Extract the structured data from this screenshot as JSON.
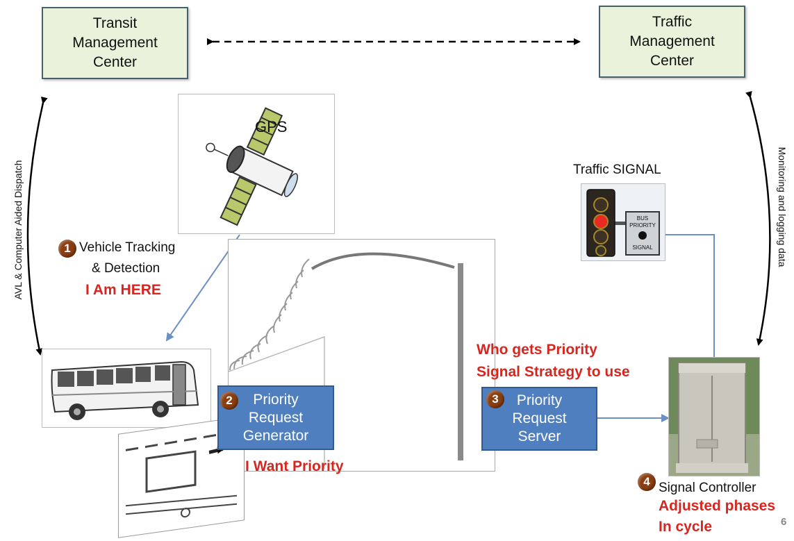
{
  "transit_center": {
    "label": "Transit\nManagement\nCenter"
  },
  "traffic_center": {
    "label": "Traffic\nManagement\nCenter"
  },
  "gps": {
    "label": "GPS"
  },
  "traffic_signal": {
    "label": "Traffic  SIGNAL",
    "sign_text": "BUS\nPRIORITY\nSIGNAL"
  },
  "left_side_label": "AVL & Computer Aided Dispatch",
  "right_side_label": "Monitoring and logging data",
  "step1": {
    "num": "1",
    "line1": "Vehicle Tracking",
    "line2": "& Detection",
    "callout": "I Am HERE"
  },
  "step2": {
    "num": "2",
    "box": "Priority\nRequest\nGenerator",
    "callout": "I Want Priority"
  },
  "step3": {
    "num": "3",
    "box": "Priority\nRequest\nServer",
    "callout1": "Who gets Priority",
    "callout2": "Signal Strategy to use"
  },
  "step4": {
    "num": "4",
    "label": "Signal Controller",
    "callout1": "Adjusted phases",
    "callout2": "In cycle"
  },
  "page_number": "6",
  "colors": {
    "box_fill": "#eaf2dc",
    "blue_box": "#4f7fbf",
    "callout_red": "#d7261f",
    "badge_brown": "#8a3e12",
    "connector_blue": "#6a8fc4"
  },
  "icons": [
    "gps-satellite-icon",
    "bus-icon",
    "traffic-light-icon",
    "signal-controller-cabinet-icon",
    "pole-antenna-icon",
    "road-loop-detector-icon"
  ]
}
